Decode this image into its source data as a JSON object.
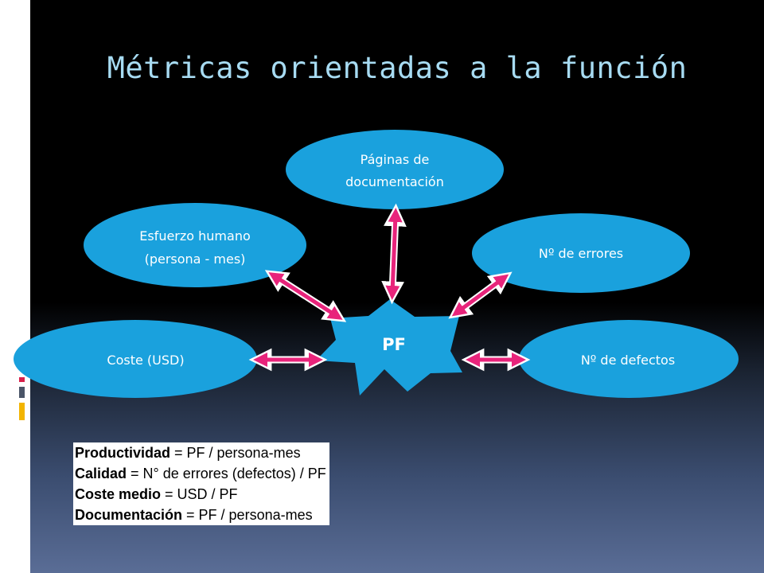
{
  "slide": {
    "title": "Métricas orientadas a la función"
  },
  "diagram": {
    "center": "PF",
    "nodes": {
      "documentacion": [
        "Páginas de",
        "documentación"
      ],
      "esfuerzo": [
        "Esfuerzo humano",
        "(persona - mes)"
      ],
      "errores": [
        "Nº de errores"
      ],
      "coste": [
        "Coste (USD)"
      ],
      "defectos": [
        "Nº de defectos"
      ]
    },
    "colors": {
      "node_fill": "#1aa1dd",
      "arrow": "#e8247b",
      "arrow_outline": "#ffffff"
    }
  },
  "formulas": [
    {
      "term": "Productividad",
      "expr": " = PF / persona-mes"
    },
    {
      "term": "Calidad",
      "expr": " = N° de errores (defectos) / PF"
    },
    {
      "term": "Coste medio",
      "expr": " = USD / PF"
    },
    {
      "term": "Documentación",
      "expr": " = PF / persona-mes"
    }
  ]
}
